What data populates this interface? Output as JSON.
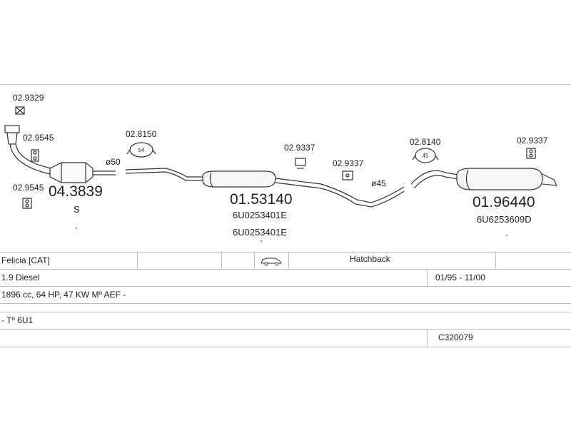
{
  "parts": {
    "clamp_top": "02.9329",
    "clamp_left_a": "02.9545",
    "clamp_left_b": "02.9545",
    "catalyst": "04.3839",
    "catalyst_suffix": "S",
    "diameter_front": "ø50",
    "hanger_front": "02.8150",
    "hanger_front_size": "54",
    "middle_silencer": "01.53140",
    "middle_oe_1": "6U0253401E",
    "middle_oe_2": "6U0253401E",
    "rubber_mid_a": "02.9337",
    "rubber_mid_b": "02.9337",
    "diameter_rear": "ø45",
    "hanger_rear": "02.8140",
    "hanger_rear_size": "45",
    "rubber_rear": "02.9337",
    "rear_silencer": "01.96440",
    "rear_oe": "6U6253609D"
  },
  "vehicle": {
    "model": "Felicia  [CAT]",
    "body": "Hatchback",
    "body_icon": "car-icon",
    "engine": "1.9 Diesel",
    "years": "01/95 - 11/00",
    "specs": "1896 cc, 64 HP, 47 KW Mº AEF -",
    "type": "- Tº 6U1",
    "code": "C320079"
  }
}
